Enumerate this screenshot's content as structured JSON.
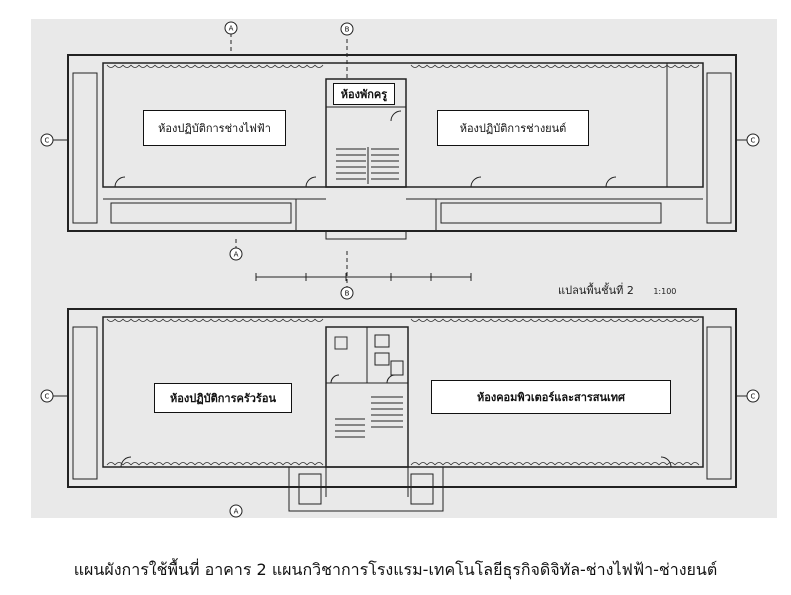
{
  "floor_plan": {
    "caption": "แผนผังการใช้พื้นที่ อาคาร 2 แผนกวิชาการโรงแรม-เทคโนโลยีธุรกิจดิจิทัล-ช่างไฟฟ้า-ช่างยนต์",
    "upper_plan": {
      "rooms": {
        "electrical_lab": "ห้องปฏิบัติการช่างไฟฟ้า",
        "teacher_room": "ห้องพักครู",
        "auto_lab": "ห้องปฏิบัติการช่างยนต์"
      }
    },
    "lower_plan": {
      "title": "แปลนพื้นชั้นที่ 2",
      "scale": "1:100",
      "rooms": {
        "kitchen_lab": "ห้องปฏิบัติการครัวร้อน",
        "computer_room": "ห้องคอมพิวเตอร์และสารสนเทศ"
      }
    },
    "grid_markers": {
      "a": "A",
      "b": "B",
      "c": "C"
    }
  }
}
